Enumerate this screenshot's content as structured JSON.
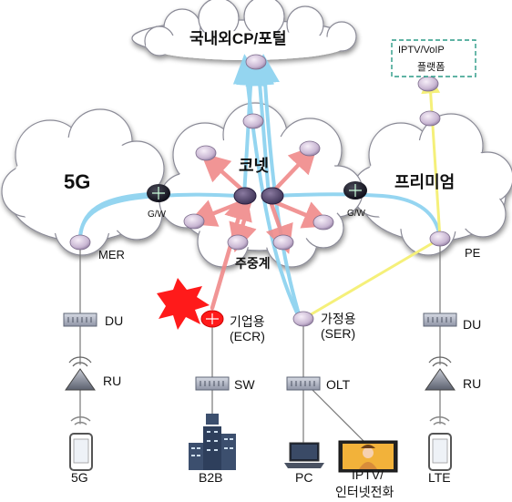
{
  "clouds": {
    "top": "국내외CP/포털",
    "left": "5G",
    "center": "코넷",
    "right": "프리미엄"
  },
  "platform_box": [
    "IPTV/VoIP",
    "플랫폼"
  ],
  "gateways": {
    "left": "G/W",
    "right": "G/W"
  },
  "nodes": {
    "mer": "MER",
    "pe": "PE",
    "relay": "주중계",
    "ecr": [
      "기업용",
      "(ECR)"
    ],
    "ser": [
      "가정용",
      "(SER)"
    ]
  },
  "equipment": {
    "du_left": "DU",
    "du_right": "DU",
    "ru_left": "RU",
    "ru_right": "RU",
    "sw": "SW",
    "olt": "OLT"
  },
  "endpoints": {
    "g5": "5G",
    "b2b": "B2B",
    "pc": "PC",
    "iptv": [
      "IPTV/",
      "인터넷전화"
    ],
    "lte": "LTE"
  },
  "colors": {
    "cloud_fill": "#ffffff",
    "cloud_edge": "#8a8a96",
    "blue_link": "#8fd3f0",
    "pink_link": "#f08a8a",
    "yellow_link": "#f5f07a",
    "platform_border": "#2a9a86",
    "burst": "#ff1a1a"
  }
}
